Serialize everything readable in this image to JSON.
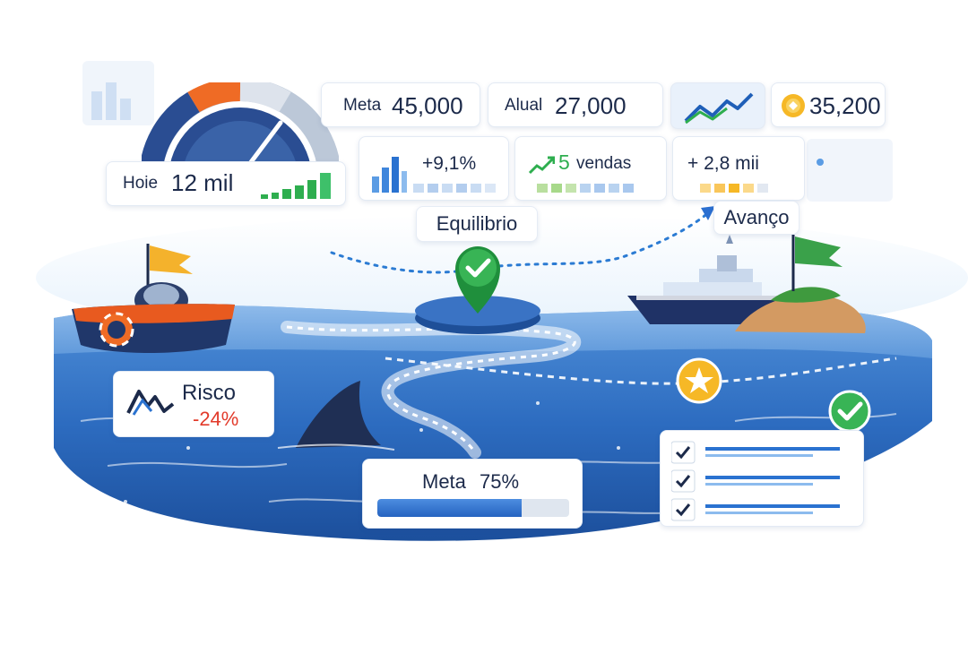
{
  "stats": {
    "today_label": "Hoie",
    "today_value": "12 mil",
    "goal_label": "Meta",
    "goal_value": "45,000",
    "current_label": "Alual",
    "current_value": "27,000",
    "coins_value": "35,200",
    "growth_value": "+9,1%",
    "sales_count": "5",
    "sales_label": "vendas",
    "plus_value": "+ 2,8 mii"
  },
  "journey": {
    "balance_label": "Equilibrio",
    "advance_label": "Avanço",
    "risk_label": "Risco",
    "risk_value": "-24%",
    "goal_progress_label": "Meta",
    "goal_progress_value": "75%"
  },
  "progress": {
    "goal_fraction": 0.75
  },
  "colors": {
    "accent_blue": "#1f5fb8",
    "green": "#2eae4f",
    "red": "#e23a2a",
    "orange": "#f07a22",
    "gold": "#f6b826",
    "navy": "#1c2a4a"
  },
  "icons": [
    "gauge-icon",
    "bar-chart-icon",
    "trend-up-icon",
    "coin-icon",
    "checkmark-pin-icon",
    "flag-icon",
    "star-badge-icon",
    "checklist-icon",
    "mountain-risk-icon",
    "shark-fin-icon",
    "boat-icon",
    "ship-icon",
    "island-icon"
  ]
}
